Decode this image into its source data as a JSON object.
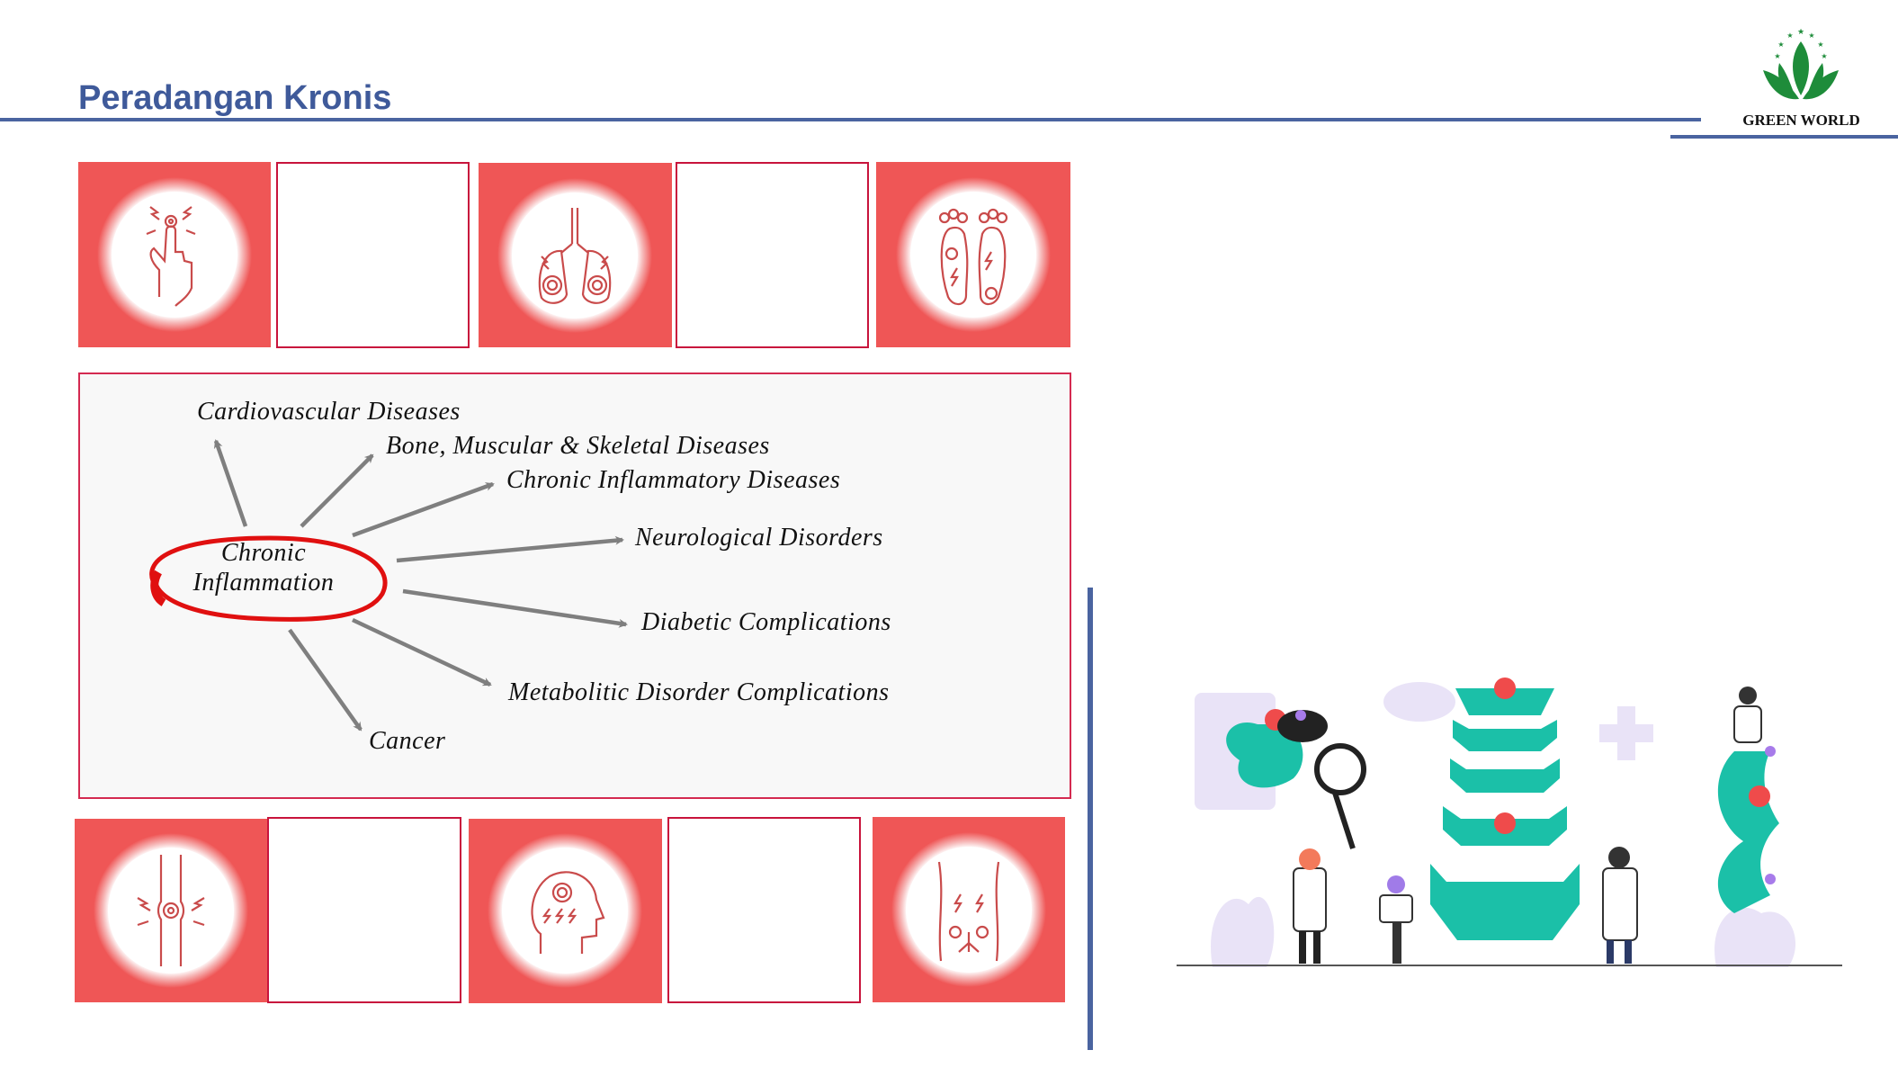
{
  "header": {
    "title": "Peradangan Kronis"
  },
  "logo": {
    "text": "GREEN WORLD",
    "brand_color": "#1E8C3A"
  },
  "colors": {
    "accent": "#3F5A9A",
    "tile": "#EF5656",
    "frame": "#C8143C",
    "arrow": "#7F7F7F",
    "ring": "#E01010"
  },
  "top_tiles": [
    {
      "icon": "finger-joint-pain-icon"
    },
    {
      "icon": "lungs-inflammation-icon"
    },
    {
      "icon": "feet-pain-icon"
    }
  ],
  "bottom_tiles": [
    {
      "icon": "knee-joint-pain-icon"
    },
    {
      "icon": "head-brain-pain-icon"
    },
    {
      "icon": "lower-back-pain-icon"
    }
  ],
  "diagram": {
    "center": {
      "line1": "Chronic",
      "line2": "Inflammation"
    },
    "outcomes": [
      "Cardiovascular Diseases",
      "Bone, Muscular & Skeletal Diseases",
      "Chronic Inflammatory Diseases",
      "Neurological Disorders",
      "Diabetic Complications",
      "Metabolitic Disorder Complications",
      "Cancer"
    ]
  },
  "illustration": {
    "icon": "spine-doctors-illustration"
  }
}
